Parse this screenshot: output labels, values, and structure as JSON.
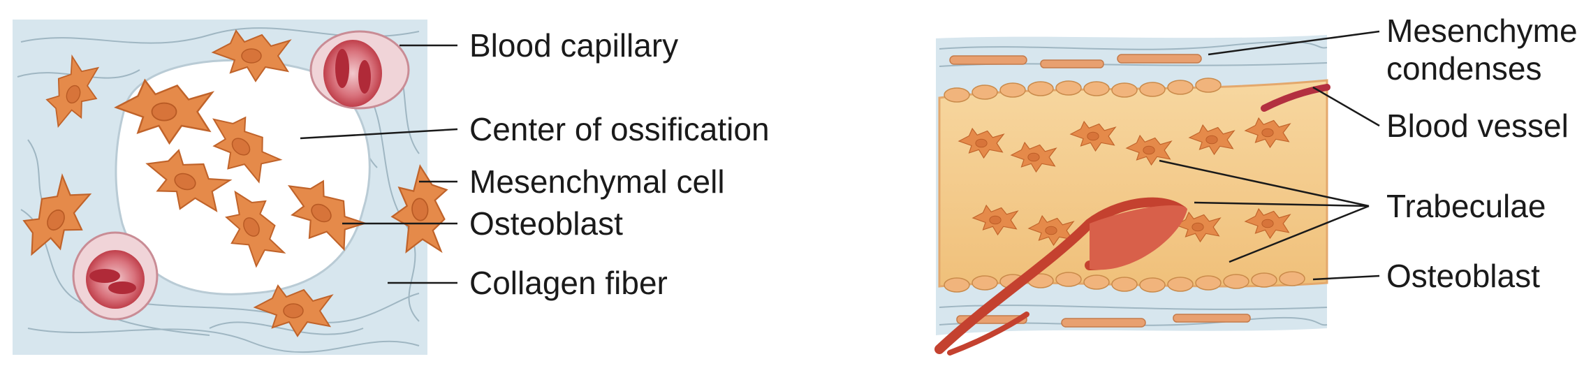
{
  "panel_left": {
    "labels": {
      "blood_capillary": "Blood capillary",
      "center_of_ossification": "Center of ossification",
      "mesenchymal_cell": "Mesenchymal cell",
      "osteoblast": "Osteoblast",
      "collagen_fiber": "Collagen fiber"
    }
  },
  "panel_right": {
    "labels": {
      "mesenchyme_line1": "Mesenchyme",
      "mesenchyme_line2": "condenses",
      "blood_vessel": "Blood vessel",
      "trabeculae": "Trabeculae",
      "osteoblast": "Osteoblast"
    }
  },
  "colors": {
    "tissue_background": "#d7e6ee",
    "collagen": "#9fb6c2",
    "cell_orange": "#e58a4a",
    "cell_outline": "#c0632a",
    "rbc_red": "#c8323c",
    "capillary_pink": "#d98a93",
    "trabecula_yellow": "#f4c98a",
    "vessel_red": "#c4412f"
  }
}
